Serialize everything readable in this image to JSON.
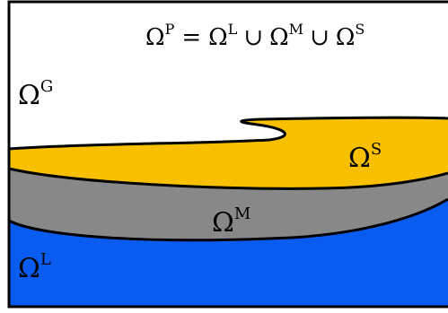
{
  "colors": {
    "background": "#ffffff",
    "gas": "#ffffff",
    "solid": "#f8c000",
    "mushy": "#888888",
    "liquid": "#0a5cf0",
    "outline": "#000000"
  },
  "equation": {
    "omega": "Ω",
    "lhs_sup": "P",
    "equals": "=",
    "t1_sup": "L",
    "union1": "∪",
    "t2_sup": "M",
    "union2": "∪",
    "t3_sup": "S"
  },
  "regions": {
    "gas": {
      "symbol": "Ω",
      "sup": "G"
    },
    "solid": {
      "symbol": "Ω",
      "sup": "S"
    },
    "mushy": {
      "symbol": "Ω",
      "sup": "M"
    },
    "liquid": {
      "symbol": "Ω",
      "sup": "L"
    }
  }
}
